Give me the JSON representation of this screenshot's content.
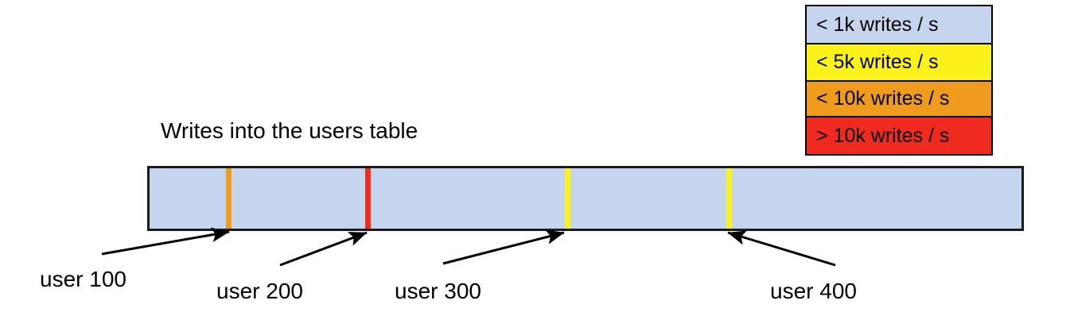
{
  "chart_data": {
    "type": "bar",
    "title": "Writes into the users table",
    "xlabel": "",
    "ylabel": "",
    "description": "A single horizontal key-range bar representing the users table partitioned by user id, with colored vertical markers showing the write rate at specific user rows.",
    "bar": {
      "base_color": "#c5d5ed",
      "base_legend_category": "< 1k writes / s",
      "border_color": "#1a1a1a"
    },
    "categories": [
      "user 100",
      "user 200",
      "user 300",
      "user 400"
    ],
    "markers": [
      {
        "label": "user 100",
        "color": "#ef9b1e",
        "legend_category": "< 10k writes / s",
        "position_pct": 9.5
      },
      {
        "label": "user 200",
        "color": "#ee2b1e",
        "legend_category": "> 10k writes / s",
        "position_pct": 25.3
      },
      {
        "label": "user 300",
        "color": "#faf21a",
        "legend_category": "< 5k writes / s",
        "position_pct": 47.9
      },
      {
        "label": "user 400",
        "color": "#faf21a",
        "legend_category": "< 5k writes / s",
        "position_pct": 66.3
      }
    ],
    "legend": {
      "position": "top-right",
      "entries": [
        {
          "label": "< 1k writes / s",
          "color": "#c5d5ed"
        },
        {
          "label": "< 5k writes / s",
          "color": "#faf21a"
        },
        {
          "label": "< 10k writes / s",
          "color": "#ef9b1e"
        },
        {
          "label": "> 10k writes / s",
          "color": "#ee2b1e"
        }
      ]
    }
  },
  "legend": {
    "entries": [
      {
        "label": "< 1k writes / s"
      },
      {
        "label": "< 5k writes / s"
      },
      {
        "label": "< 10k writes / s"
      },
      {
        "label": "> 10k writes / s"
      }
    ]
  },
  "title": {
    "text": "Writes into the users table"
  },
  "labels": {
    "user100": "user 100",
    "user200": "user 200",
    "user300": "user 300",
    "user400": "user 400"
  },
  "colors": {
    "blue": "#c5d5ed",
    "yellow": "#faf21a",
    "orange": "#ef9b1e",
    "red": "#ee2b1e",
    "outline": "#1a1a1a",
    "background": "#ffffff"
  }
}
